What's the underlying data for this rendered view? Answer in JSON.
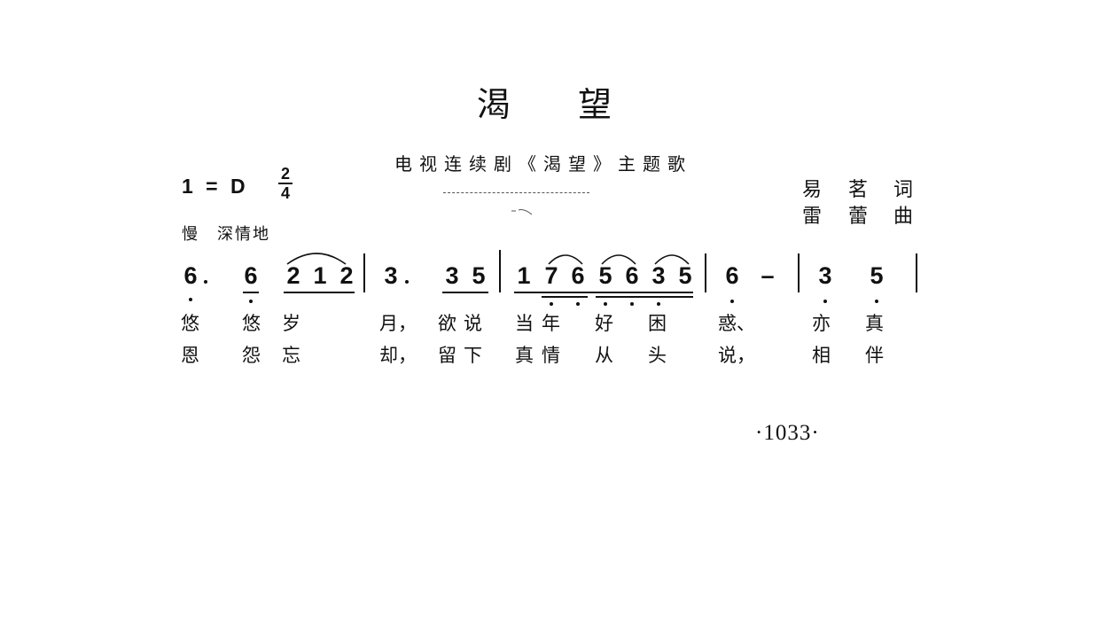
{
  "title": "渴望",
  "subtitle": "电视连续剧《渴望》主题歌",
  "key": "1 = D",
  "time_signature": {
    "numerator": "2",
    "denominator": "4"
  },
  "credits": {
    "lyricist": "易茗",
    "lyricist_role": "词",
    "composer": "雷蕾",
    "composer_role": "曲"
  },
  "tempo": {
    "speed": "慢",
    "expression": "深情地"
  },
  "measures": [
    {
      "notes": [
        {
          "pitch": "6",
          "dotted": true,
          "octave": "low"
        },
        {
          "pitch": "6",
          "octave": "low",
          "underline": 1
        },
        {
          "pitch": "2",
          "underline": 1
        },
        {
          "pitch": "1",
          "underline": 1
        },
        {
          "pitch": "2",
          "underline": 1
        }
      ],
      "slurs": [
        [
          2,
          4
        ]
      ]
    },
    {
      "notes": [
        {
          "pitch": "3",
          "dotted": true
        },
        {
          "pitch": "3",
          "underline": 1
        },
        {
          "pitch": "5",
          "underline": 1
        }
      ]
    },
    {
      "notes": [
        {
          "pitch": "1",
          "underline": 1
        },
        {
          "pitch": "7",
          "octave": "low",
          "underline": 2
        },
        {
          "pitch": "6",
          "octave": "low",
          "underline": 2
        },
        {
          "pitch": "5",
          "octave": "low",
          "underline": 2
        },
        {
          "pitch": "6",
          "octave": "low",
          "underline": 2
        },
        {
          "pitch": "3",
          "octave": "low",
          "underline": 2
        },
        {
          "pitch": "5",
          "underline": 2
        }
      ],
      "slurs": [
        [
          1,
          2
        ],
        [
          3,
          4
        ],
        [
          5,
          6
        ]
      ]
    },
    {
      "notes": [
        {
          "pitch": "6",
          "octave": "low"
        },
        {
          "pitch": "–"
        }
      ]
    },
    {
      "notes": [
        {
          "pitch": "3",
          "octave": "low"
        },
        {
          "pitch": "5",
          "octave": "low"
        }
      ]
    }
  ],
  "lyrics": [
    [
      "悠",
      "悠",
      "岁",
      "月，",
      "欲",
      "说",
      "当",
      "年",
      "好",
      "困",
      "惑、",
      "亦",
      "真"
    ],
    [
      "恩",
      "怨",
      "忘",
      "却，",
      "留",
      "下",
      "真",
      "情",
      "从",
      "头",
      "说，",
      "相",
      "伴"
    ]
  ],
  "page_number": "·1033·"
}
